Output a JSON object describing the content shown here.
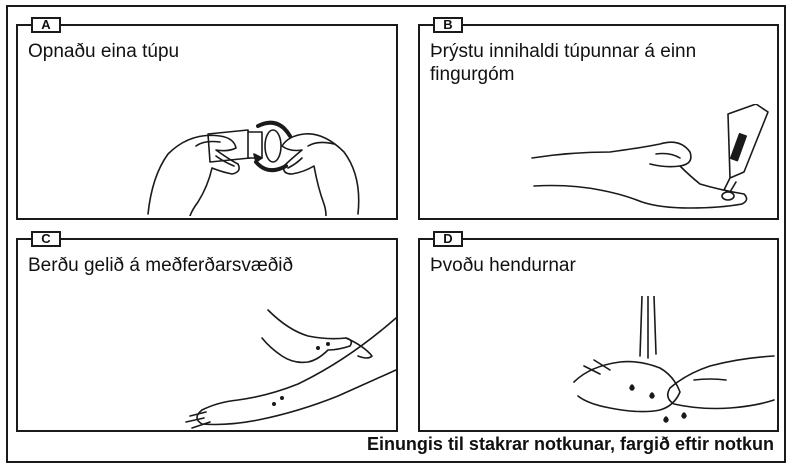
{
  "panels": [
    {
      "letter": "A",
      "caption": "Opnaðu eina túpu"
    },
    {
      "letter": "B",
      "caption": "Þrýstu innihaldi túpunnar á einn fingurgóm"
    },
    {
      "letter": "C",
      "caption": "Berðu gelið á meðferðarsvæðið"
    },
    {
      "letter": "D",
      "caption": "Þvoðu hendurnar"
    }
  ],
  "footer": "Einungis til stakrar notkunar, fargið eftir notkun",
  "colors": {
    "ink": "#1a1a1a",
    "paper": "#ffffff"
  },
  "icons": [
    "hands-opening-tube-icon",
    "finger-with-tube-icon",
    "arm-applying-gel-icon",
    "hands-washing-icon"
  ]
}
